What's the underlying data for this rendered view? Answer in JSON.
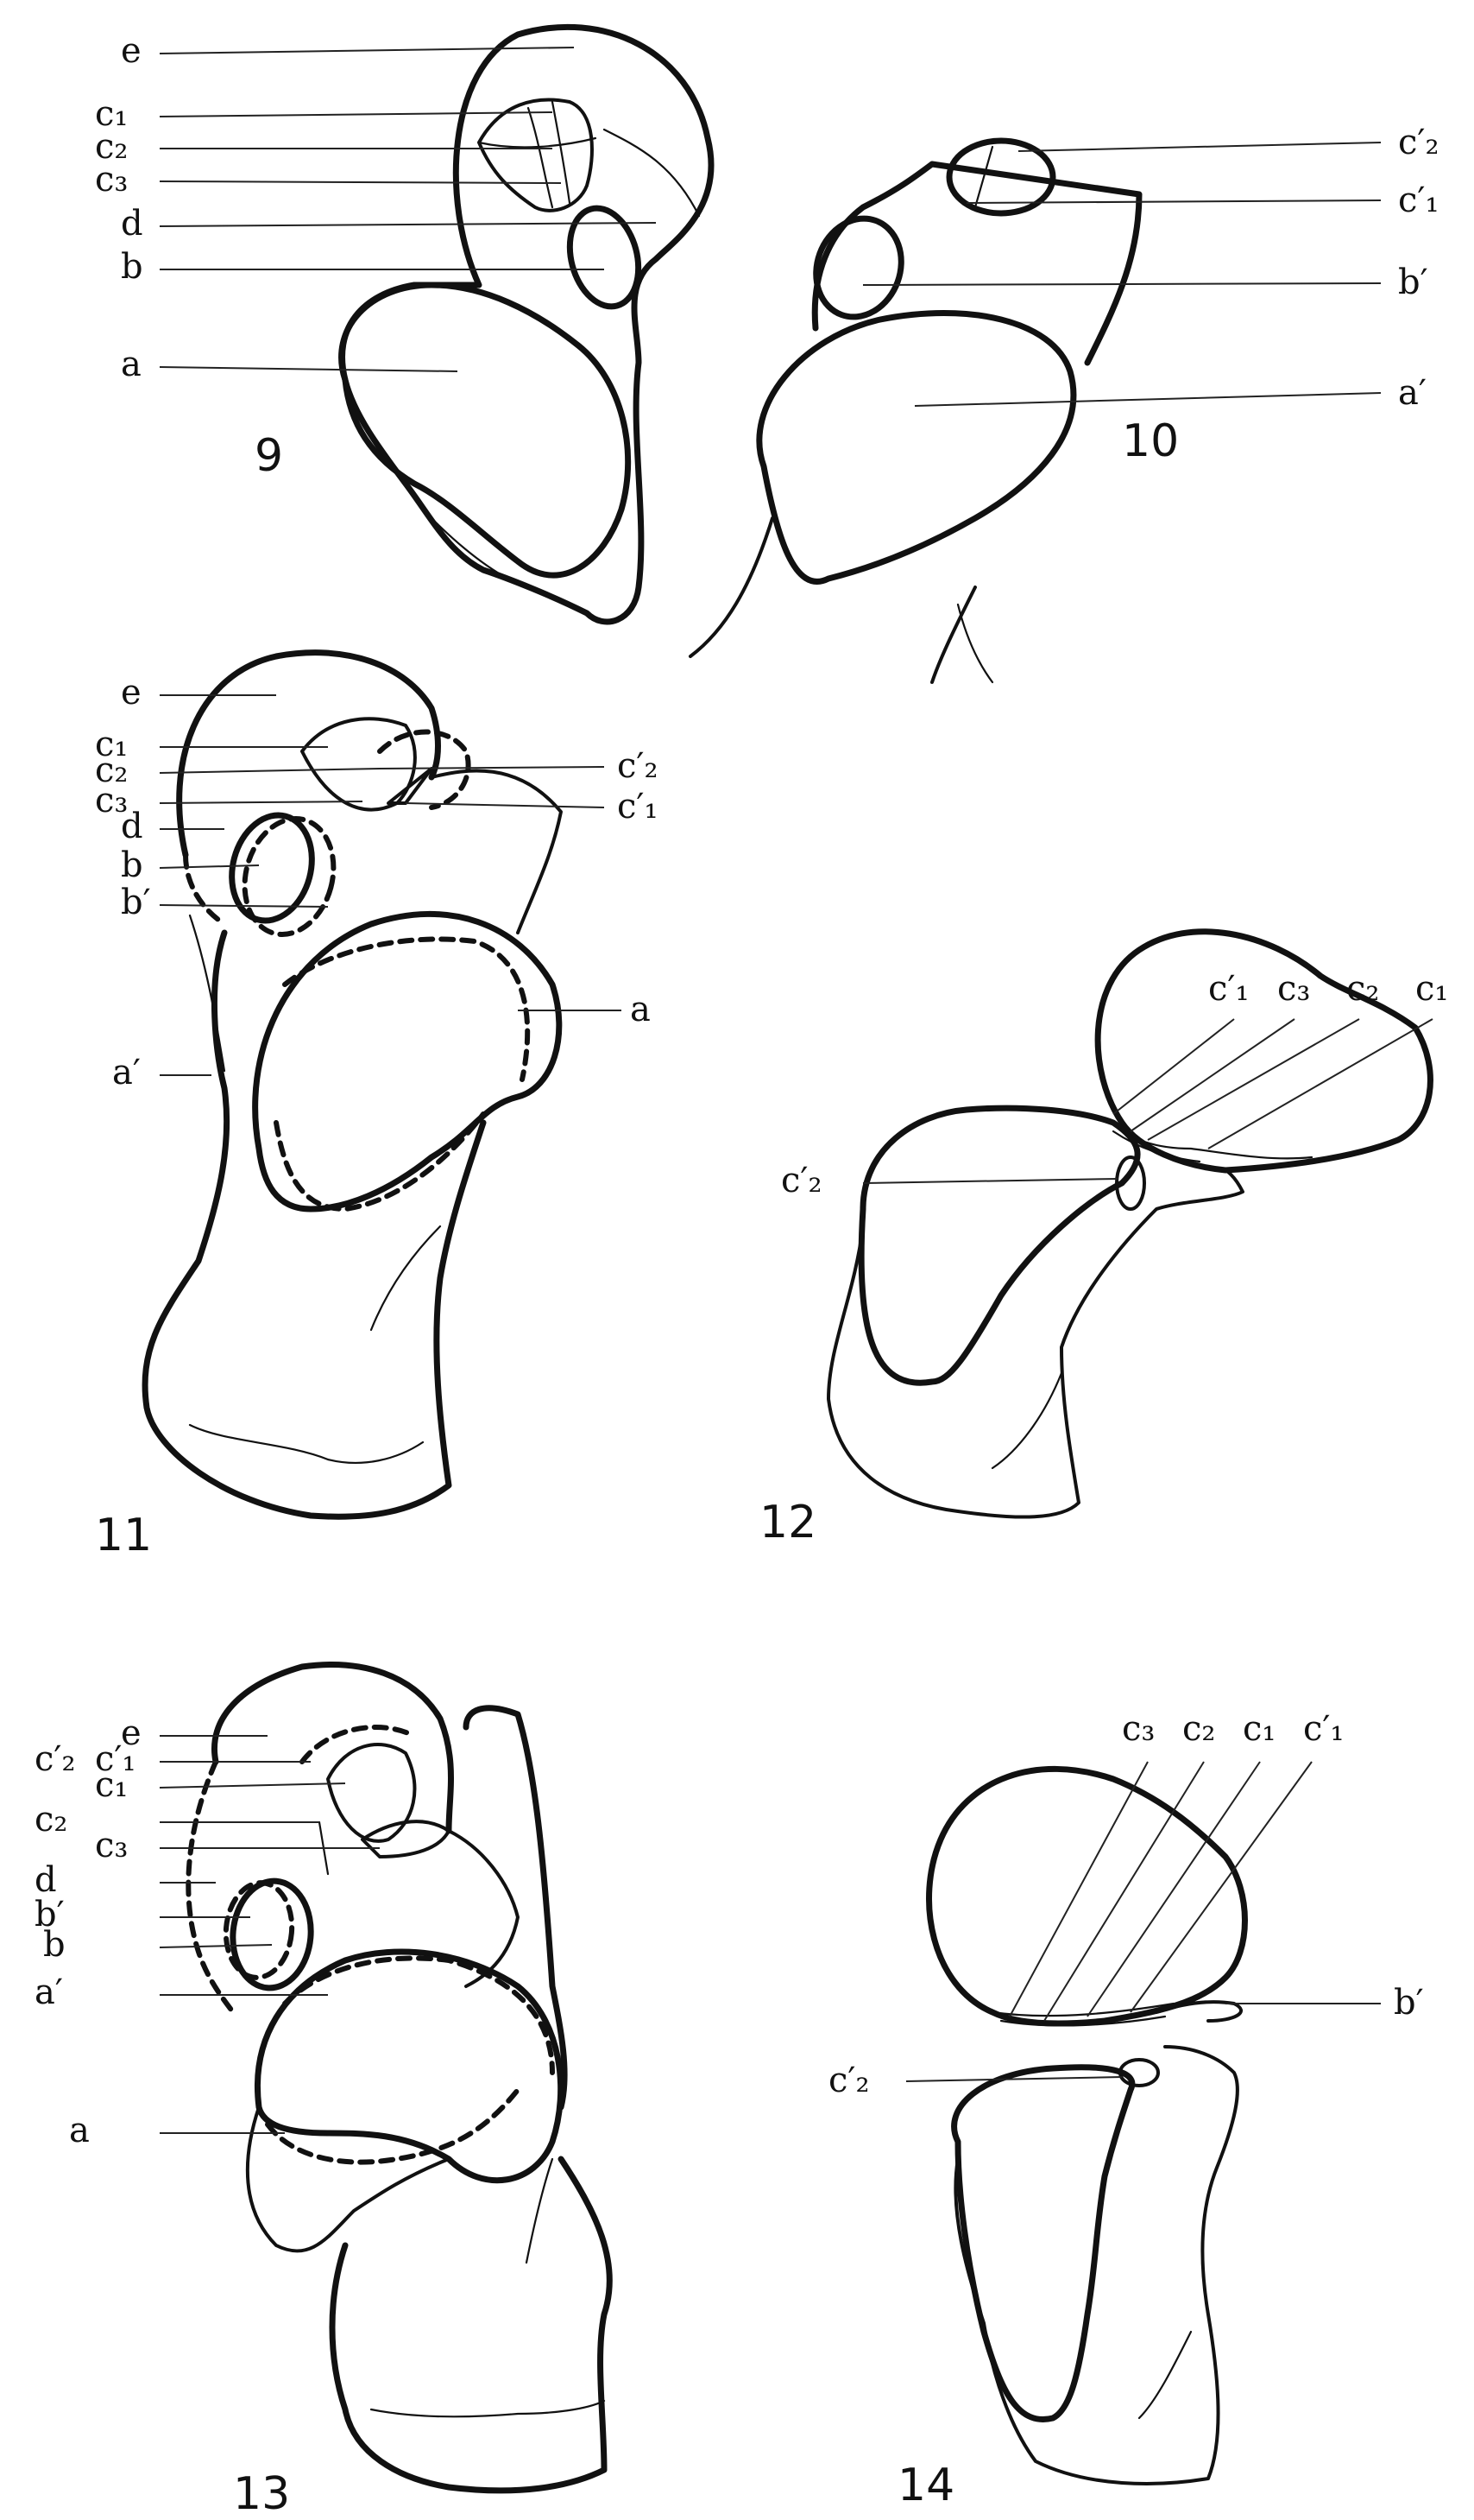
{
  "labels": {
    "a": "a",
    "a_prime": "a′",
    "b": "b",
    "b_prime": "b′",
    "c1": "c₁",
    "c2": "c₂",
    "c3": "c₃",
    "c1_prime": "c′₁",
    "c2_prime": "c′₂",
    "d": "d",
    "e": "e"
  },
  "figures": {
    "f9": "9",
    "f10": "10",
    "f11": "11",
    "f12": "12",
    "f13": "13",
    "f14": "14"
  },
  "colors": {
    "ink": "#111111",
    "paper": "#ffffff"
  }
}
